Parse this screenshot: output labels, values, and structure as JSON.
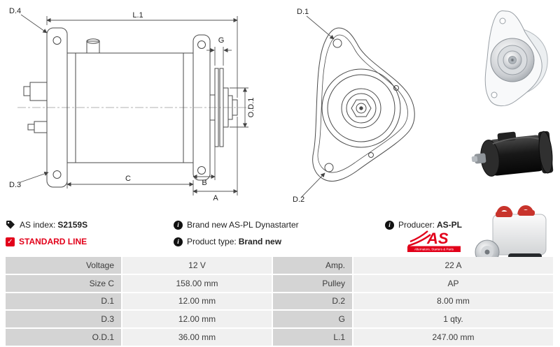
{
  "diagram": {
    "side": {
      "d4": "D.4",
      "l1": "L.1",
      "g": "G",
      "od1": "O.D.1",
      "d3": "D.3",
      "c": "C",
      "b": "B",
      "a": "A"
    },
    "front": {
      "d1": "D.1",
      "d2": "D.2"
    }
  },
  "info": {
    "as_index_label": "AS index:",
    "as_index_value": "S2159S",
    "standard_line": "STANDARD LINE",
    "description": "Brand new AS-PL Dynastarter",
    "product_type_label": "Product type:",
    "product_type_value": "Brand new",
    "producer_label": "Producer:",
    "producer_value": "AS-PL"
  },
  "logo": {
    "text": "AS",
    "subtext": "Alternators, Starters & Parts"
  },
  "icons": {
    "info_glyph": "i",
    "check_glyph": "✓"
  },
  "colors": {
    "brand_red": "#e2001a",
    "label_cell_bg": "#d4d4d4",
    "value_cell_bg": "#f0f0f0"
  },
  "table": {
    "rows": [
      [
        "Voltage",
        "12 V",
        "Amp.",
        "22 A"
      ],
      [
        "Size C",
        "158.00 mm",
        "Pulley",
        "AP"
      ],
      [
        "D.1",
        "12.00 mm",
        "D.2",
        "8.00 mm"
      ],
      [
        "D.3",
        "12.00 mm",
        "G",
        "1 qty."
      ],
      [
        "O.D.1",
        "36.00 mm",
        "L.1",
        "247.00 mm"
      ]
    ]
  }
}
